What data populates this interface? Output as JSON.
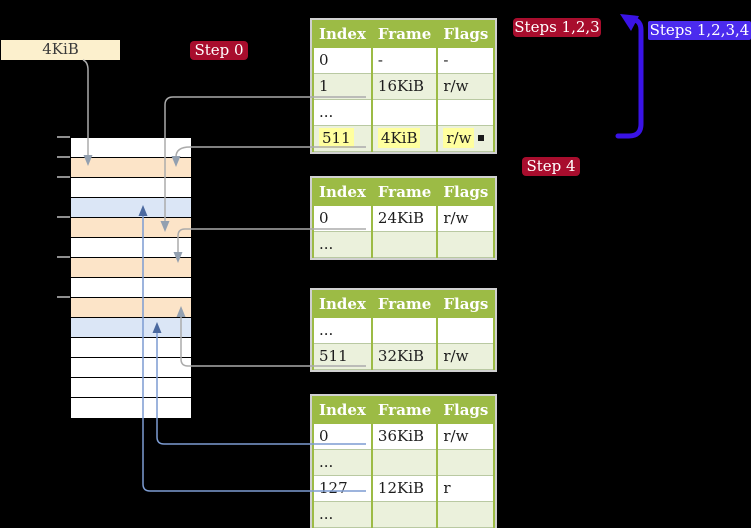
{
  "labels": {
    "page_size": "4KiB",
    "step0": "Step 0",
    "steps123": "Steps 1,2,3",
    "steps1234": "Steps 1,2,3,4",
    "step4": "Step 4"
  },
  "tables": [
    {
      "headers": [
        "Index",
        "Frame",
        "Flags"
      ],
      "rows": [
        {
          "cells": [
            "0",
            "-",
            "-"
          ],
          "highlight": false
        },
        {
          "cells": [
            "1",
            "16KiB",
            "r/w"
          ],
          "highlight": false
        },
        {
          "cells": [
            "...",
            "",
            ""
          ],
          "highlight": false
        },
        {
          "cells": [
            "511",
            "4KiB",
            "r/w"
          ],
          "highlight": true
        }
      ]
    },
    {
      "headers": [
        "Index",
        "Frame",
        "Flags"
      ],
      "rows": [
        {
          "cells": [
            "0",
            "24KiB",
            "r/w"
          ],
          "highlight": false
        },
        {
          "cells": [
            "...",
            "",
            ""
          ],
          "highlight": false
        }
      ]
    },
    {
      "headers": [
        "Index",
        "Frame",
        "Flags"
      ],
      "rows": [
        {
          "cells": [
            "...",
            "",
            ""
          ],
          "highlight": false
        },
        {
          "cells": [
            "511",
            "32KiB",
            "r/w"
          ],
          "highlight": false
        }
      ]
    },
    {
      "headers": [
        "Index",
        "Frame",
        "Flags"
      ],
      "rows": [
        {
          "cells": [
            "0",
            "36KiB",
            "r/w"
          ],
          "highlight": false
        },
        {
          "cells": [
            "...",
            "",
            ""
          ],
          "highlight": false
        },
        {
          "cells": [
            "127",
            "12KiB",
            "r"
          ],
          "highlight": false
        },
        {
          "cells": [
            "...",
            "",
            ""
          ],
          "highlight": false
        }
      ]
    }
  ],
  "memory": {
    "rows": [
      "white",
      "orange",
      "white",
      "blue",
      "orange",
      "white",
      "orange",
      "white",
      "orange",
      "blue",
      "white",
      "white",
      "white",
      "white"
    ]
  },
  "colors": {
    "table_header_green": "#9cbb45",
    "row_alt_green": "#ebf1dc",
    "highlight_yellow": "#ffff9e",
    "step_label_red": "#a80d2d",
    "steps1234_violet": "#4b2bee",
    "big_arrow_blue": "#3a13e6",
    "frame_orange": "#fce4c8",
    "frame_blue": "#dbe6f6",
    "page_label_wheat": "#fcf0cd",
    "gray_connector": "#ababab",
    "gray_arrowhead": "#93a0b0",
    "blue_connector": "#7d9cd2",
    "blue_arrowhead": "#4b699f"
  }
}
